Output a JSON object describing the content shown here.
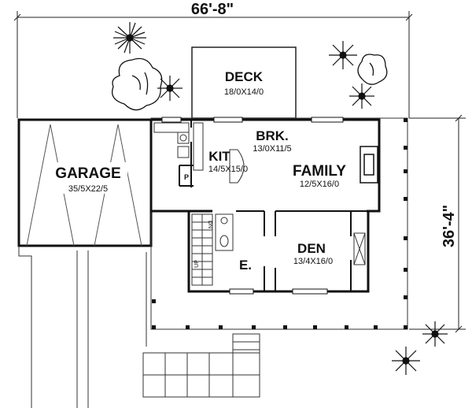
{
  "plan": {
    "overall_width": "66'-8\"",
    "overall_depth": "36'-4\""
  },
  "rooms": {
    "deck": {
      "name": "DECK",
      "size": "18/0X14/0"
    },
    "garage": {
      "name": "GARAGE",
      "size": "35/5X22/5"
    },
    "brk": {
      "name": "BRK.",
      "size": "13/0X11/5"
    },
    "kit": {
      "name": "KIT",
      "size": "14/5X15/0"
    },
    "family": {
      "name": "FAMILY",
      "size": "12/5X16/0"
    },
    "den": {
      "name": "DEN",
      "size": "13/4X16/0"
    },
    "entry": {
      "name": "E."
    }
  },
  "labels": {
    "pantry": "P",
    "stairs_down": "DN",
    "stairs_up": "UP"
  }
}
